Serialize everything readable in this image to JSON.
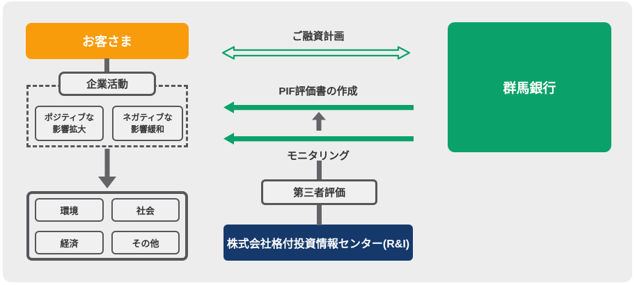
{
  "colors": {
    "accent_orange": "#F99C0B",
    "brand_green": "#0AA26A",
    "navy_blue": "#16396B",
    "line_gray": "#646467",
    "border_gray": "#57575A",
    "panel_bg": "#EDEDEE",
    "text_dark": "#333333"
  },
  "customer": {
    "label": "お客さま"
  },
  "corporate_activity": {
    "label": "企業活動"
  },
  "impacts": [
    {
      "label": "ポジティブな\n影響拡大"
    },
    {
      "label": "ネガティブな\n影響緩和"
    }
  ],
  "categories": [
    {
      "label": "環境"
    },
    {
      "label": "社会"
    },
    {
      "label": "経済"
    },
    {
      "label": "その他"
    }
  ],
  "flows": {
    "loan_plan": "ご融資計画",
    "pif_report": "PIF評価書の作成",
    "monitoring": "モニタリング"
  },
  "third_party": {
    "label": "第三者評価"
  },
  "rating_agency": {
    "label": "株式会社格付投資情報センター(R&I)"
  },
  "bank": {
    "label": "群馬銀行"
  },
  "icons": {
    "double_arrow": "horizontal-double-arrow-outline",
    "left_arrow": "solid-left-arrow",
    "up_arrow": "solid-up-arrow",
    "down_arrow": "solid-down-arrow"
  }
}
